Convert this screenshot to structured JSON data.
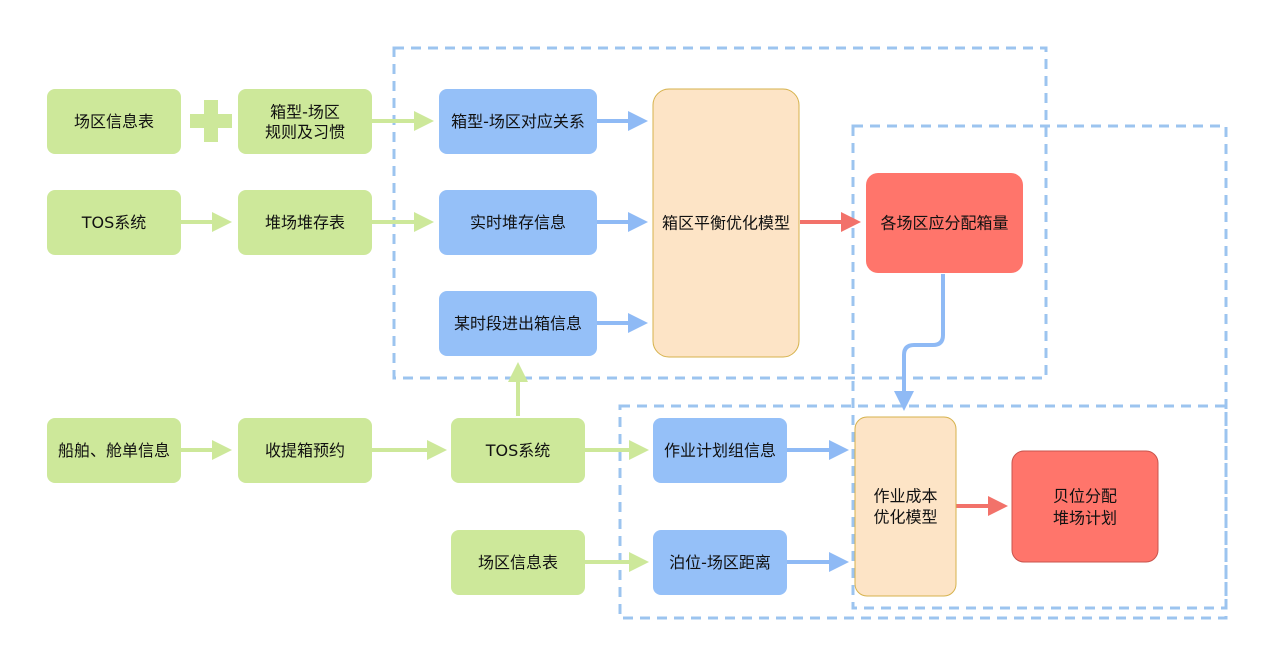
{
  "colors": {
    "green": "#cde89a",
    "blue": "#95c0f8",
    "peach": "#fde4c6",
    "red": "#ff756b",
    "green_arrow": "#cde89a",
    "blue_arrow": "#8fbaf5",
    "red_arrow": "#f2726a",
    "dash": "#9cc4ef"
  },
  "nodes": {
    "yard_info_1": "场区信息表",
    "plus": "+",
    "box_yard_rules": [
      "箱型-场区",
      "规则及习惯"
    ],
    "tos_1": "TOS系统",
    "yard_storage_table": "堆场堆存表",
    "box_yard_relation": "箱型-场区对应关系",
    "realtime_storage": "实时堆存信息",
    "period_inout": "某时段进出箱信息",
    "balance_model": "箱区平衡优化模型",
    "allocation": "各场区应分配箱量",
    "vessel_info": "船舶、舱单信息",
    "booking": "收提箱预约",
    "tos_2": "TOS系统",
    "plan_group": "作业计划组信息",
    "yard_info_2": "场区信息表",
    "berth_distance": "泊位-场区距离",
    "cost_model": [
      "作业成本",
      "优化模型"
    ],
    "bay_plan": [
      "贝位分配",
      "堆场计划"
    ]
  }
}
